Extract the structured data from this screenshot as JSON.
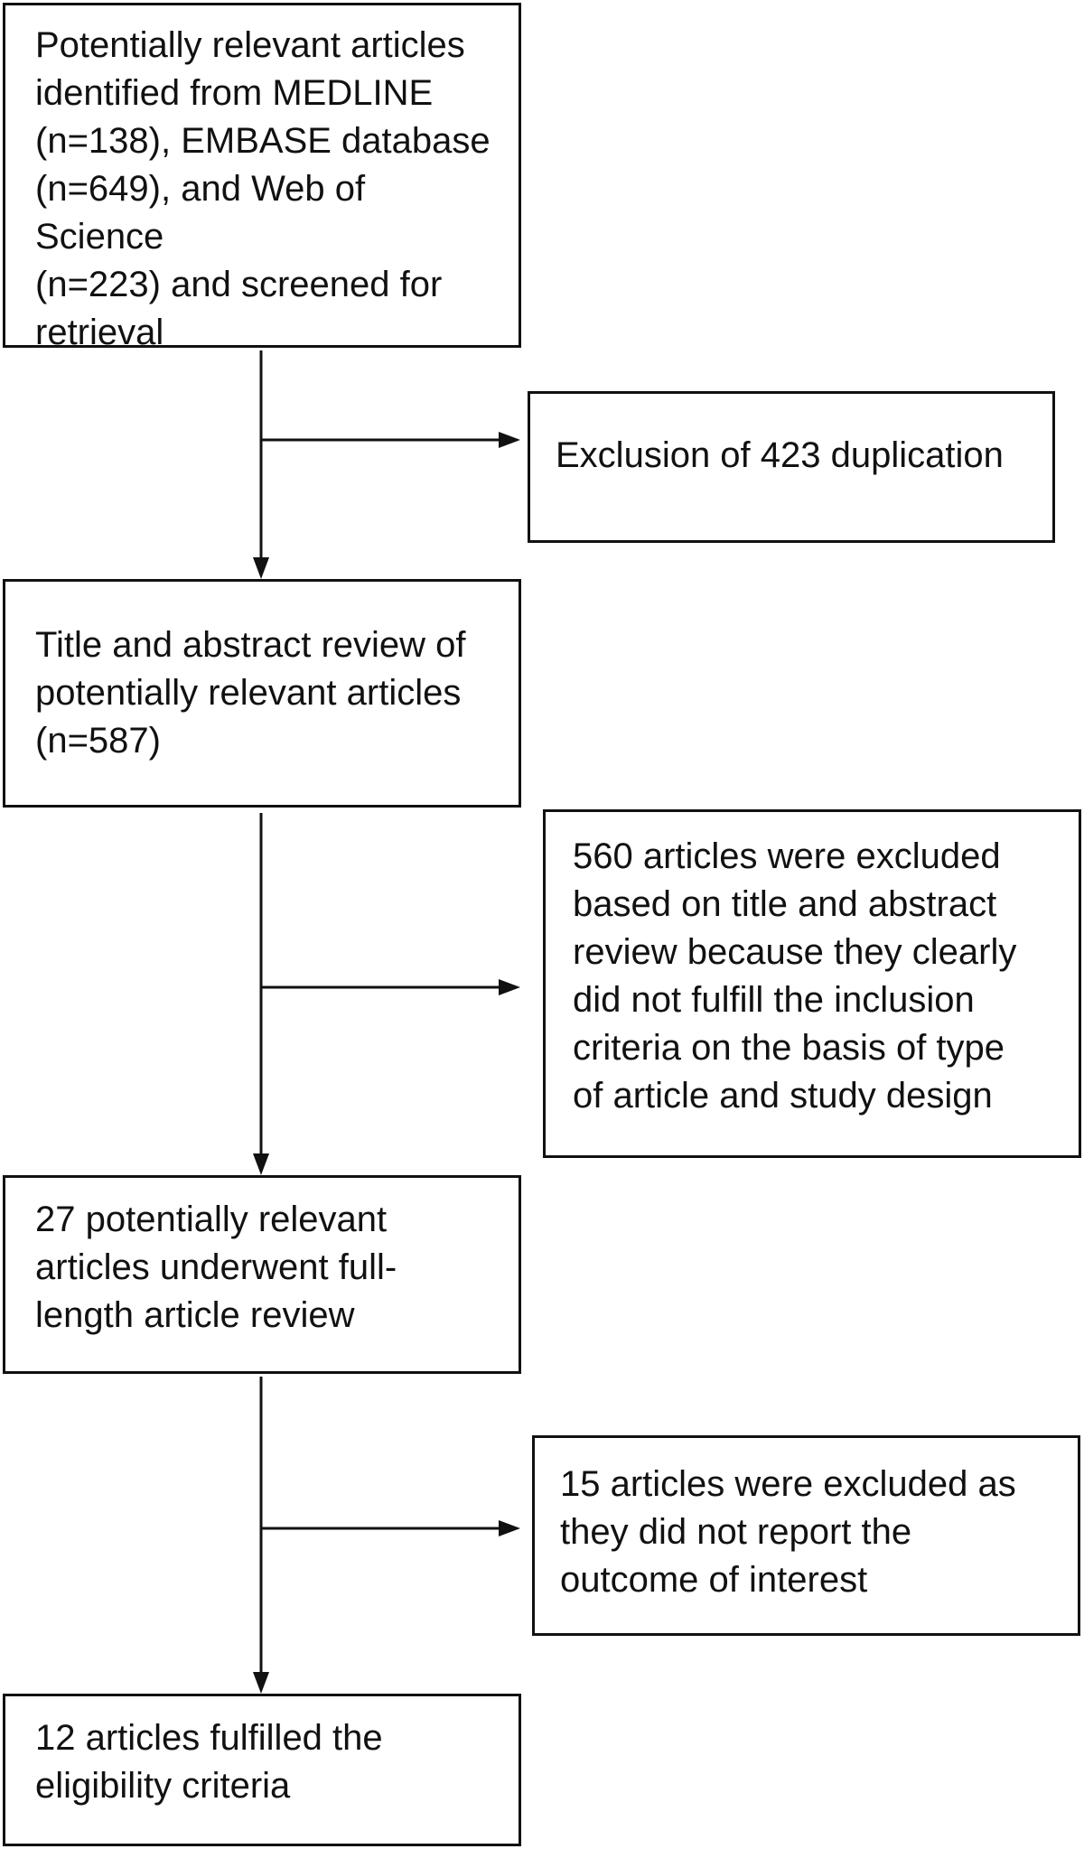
{
  "boxes": {
    "identification": {
      "lines": [
        "Potentially relevant articles",
        "identified from MEDLINE",
        "(n=138), EMBASE database",
        "(n=649), and Web of Science",
        "(n=223) and screened for",
        "retrieval"
      ]
    },
    "duplicates_excluded": {
      "lines": [
        "Exclusion of 423 duplication"
      ]
    },
    "title_abstract_review": {
      "lines": [
        "Title and abstract review of",
        "potentially relevant articles",
        "(n=587)"
      ]
    },
    "title_abstract_excluded": {
      "lines": [
        "560 articles were excluded",
        "based on title and abstract",
        "review because they clearly",
        "did not fulfill the inclusion",
        "criteria on the basis of type",
        "of article and study design"
      ]
    },
    "full_text_review": {
      "lines": [
        "27 potentially relevant",
        "articles underwent full-",
        "length article review"
      ]
    },
    "full_text_excluded": {
      "lines": [
        "15 articles were excluded as",
        "they did not report the",
        "outcome of interest"
      ]
    },
    "included": {
      "lines": [
        "12 articles fulfilled the",
        "eligibility criteria"
      ]
    }
  },
  "colors": {
    "stroke": "#111111",
    "background": "#ffffff"
  }
}
